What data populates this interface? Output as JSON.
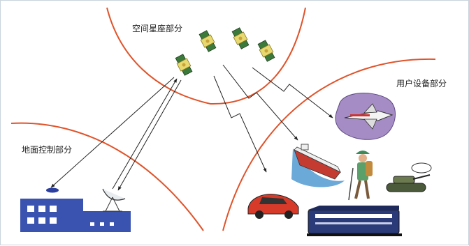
{
  "labels": {
    "space_segment": "空间星座部分",
    "user_segment": "用户设备部分",
    "ground_segment": "地面控制部分"
  },
  "colors": {
    "boundary": "#e0532a",
    "arrow": "#222222",
    "building": "#3a52b0",
    "satellite_body": "#e8d870",
    "satellite_panel": "#3c7a3c"
  },
  "icons": [
    "satellite-icon",
    "ground-station-icon",
    "satellite-dish-icon",
    "space-shuttle-icon",
    "ship-icon",
    "hiker-icon",
    "tank-icon",
    "car-icon",
    "train-icon"
  ]
}
